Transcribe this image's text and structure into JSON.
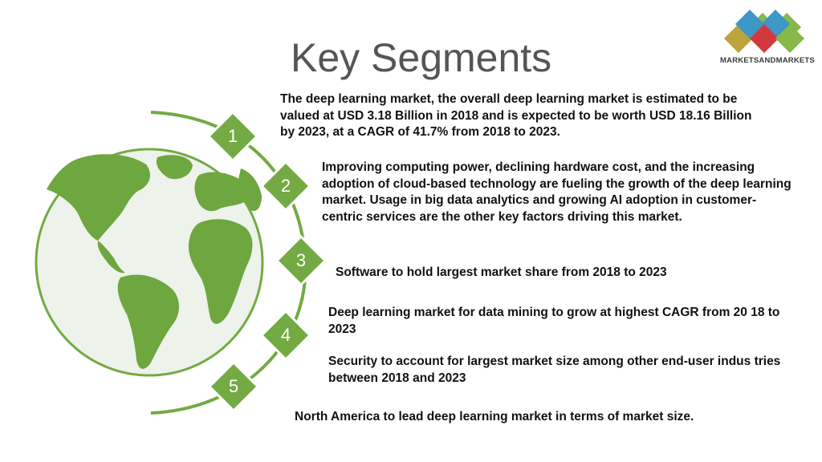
{
  "title": "Key Segments",
  "logo": {
    "text": "MARKETSANDMARKETS"
  },
  "colors": {
    "green": "#73aa43",
    "green_dark": "#5f9433"
  },
  "segments": [
    {
      "number": "1",
      "text": "The deep learning market, the overall deep learning market is estimated to be valued at USD 3.18 Billion in 2018 and is expected to be worth USD 18.16 Billion by 2023, at a CAGR of 41.7% from 2018 to 2023."
    },
    {
      "number": "2",
      "text": "Improving computing power, declining hardware cost, and the increasing adoption of cloud-based technology are fueling the growth of the deep learning market. Usage in big data analytics and growing AI adoption in customer-centric services are the other key factors driving this market."
    },
    {
      "number": "3",
      "text": "Software to hold largest market share from 2018 to 2023"
    },
    {
      "number": "4",
      "text": "Deep learning market for data mining to grow at highest CAGR from 20 18 to 2023",
      "text2": "Security to account for largest market size among other end-user indus tries between 2018 and 2023"
    },
    {
      "number": "5",
      "text": "North America to lead deep learning market in terms of market size."
    }
  ]
}
